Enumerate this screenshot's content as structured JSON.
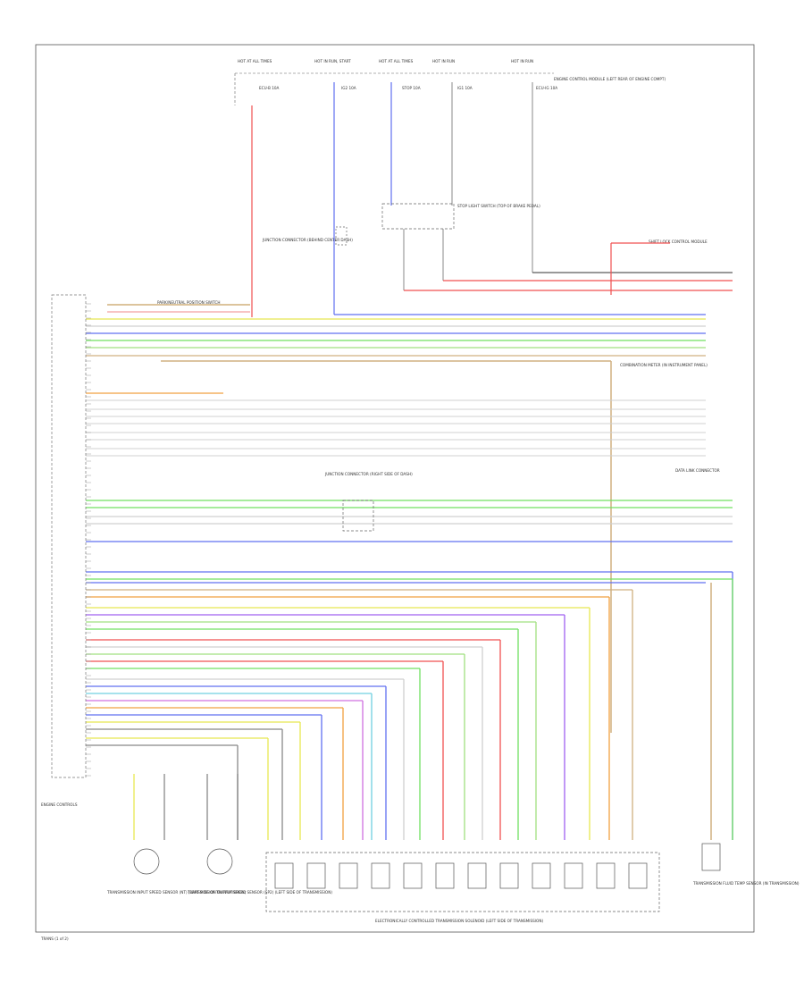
{
  "diagram": {
    "fuses": [
      {
        "title": "HOT AT ALL TIMES",
        "fuse": "ECU-B 10A"
      },
      {
        "title": "HOT IN RUN, START",
        "fuse": "IG2 10A"
      },
      {
        "title": "HOT AT ALL TIMES",
        "fuse": "STOP 10A"
      },
      {
        "title": "HOT IN RUN",
        "fuse": "IG1 10A"
      },
      {
        "title": "HOT IN RUN",
        "fuse": "ECU-IG 10A"
      }
    ],
    "components": {
      "ecm": "ENGINE CONTROL MODULE (LEFT REAR OF ENGINE COMPT)",
      "stop_switch": "STOP LIGHT SWITCH (TOP OF BRAKE PEDAL)",
      "junction": "JUNCTION CONNECTOR (BEHIND CENTER DASH)",
      "combination_meter": "COMBINATION METER (IN INSTRUMENT PANEL)",
      "data_link": "DATA LINK CONNECTOR",
      "right_junction": "JUNCTION CONNECTOR (RIGHT SIDE OF DASH)",
      "shift_lock": "SHIFT LOCK CONTROL MODULE",
      "speed_sensor_nt": "TRANSMISSION INPUT SPEED SENSOR (NT) (LEFT SIDE OF TRANSMISSION)",
      "speed_sensor_sp2": "TRANSMISSION OUTPUT SPEED SENSOR (SP2) (LEFT SIDE OF TRANSMISSION)",
      "solenoid_assy": "ELECTRONICALLY CONTROLLED TRANSMISSION SOLENOID (LEFT SIDE OF TRANSMISSION)",
      "fluid_temp": "TRANSMISSION FLUID TEMP SENSOR (IN TRANSMISSION)",
      "park_sw": "PARK/NEUTRAL POSITION SWITCH",
      "engine_controls": "ENGINE CONTROLS"
    },
    "wire_colors": [
      "BRN",
      "PNK",
      "YEL",
      "BLU",
      "GRN",
      "WHT",
      "RED",
      "GRY",
      "VIO",
      "ORN",
      "BLK",
      "LT BLU",
      "LT GRN",
      "TAN"
    ],
    "page_footer": "TRANS (1 of 2)"
  }
}
